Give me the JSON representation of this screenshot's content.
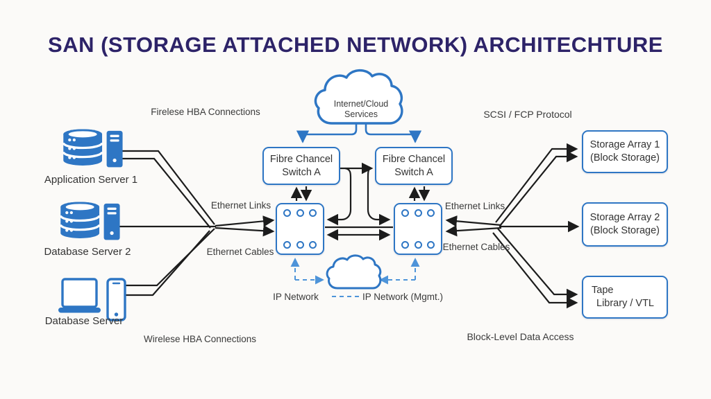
{
  "title": "SAN (STORAGE ATTACHED NETWORK) ARCHITECHTURE",
  "colors": {
    "accent_blue": "#2e76c4",
    "dashed_blue": "#4e94d9",
    "line_black": "#1c1c1c",
    "title_purple": "#2d2368",
    "text_gray": "#3a3a3a"
  },
  "cloud_top": {
    "icon": "cloud-icon",
    "line1": "Internet/Cloud",
    "line2": "Services"
  },
  "cloud_bottom": {
    "icon": "cloud-icon",
    "label_left": "IP Network",
    "label_right": "IP Network (Mgmt.)"
  },
  "servers": [
    {
      "label": "Application Server 1",
      "icon": "database-server-icon"
    },
    {
      "label": "Database Server 2",
      "icon": "database-server-icon"
    },
    {
      "label": "Database Server",
      "icon": "laptop-phone-icon"
    }
  ],
  "fc_switches": [
    {
      "line1": "Fibre Chancel",
      "line2": "Switch A"
    },
    {
      "line1": "Fibre Chancel",
      "line2": "Switch A"
    }
  ],
  "san_switches": [
    {
      "icon": "switch-ports-icon",
      "ports": 6
    },
    {
      "icon": "switch-ports-icon",
      "ports": 6
    }
  ],
  "storage": [
    {
      "line1": "Storage Array 1",
      "line2": "(Block Storage)"
    },
    {
      "line1": "Storage Array 2",
      "line2": "(Block Storage)"
    },
    {
      "line1": "Tape",
      "line2": "Library / VTL"
    }
  ],
  "annotations": {
    "fireless_hba": "Firelese HBA Connections",
    "wireless_hba": "Wirelese HBA Connections",
    "ethernet_links_left": "Ethernet Links",
    "ethernet_cables_left": "Ethernet Cables",
    "ethernet_links_right": "Ethernet Links",
    "ethernet_cables_right": "Ethernet Cables",
    "scsi_fcp": "SCSI / FCP Protocol",
    "block_level": "Block-Level Data Access"
  }
}
